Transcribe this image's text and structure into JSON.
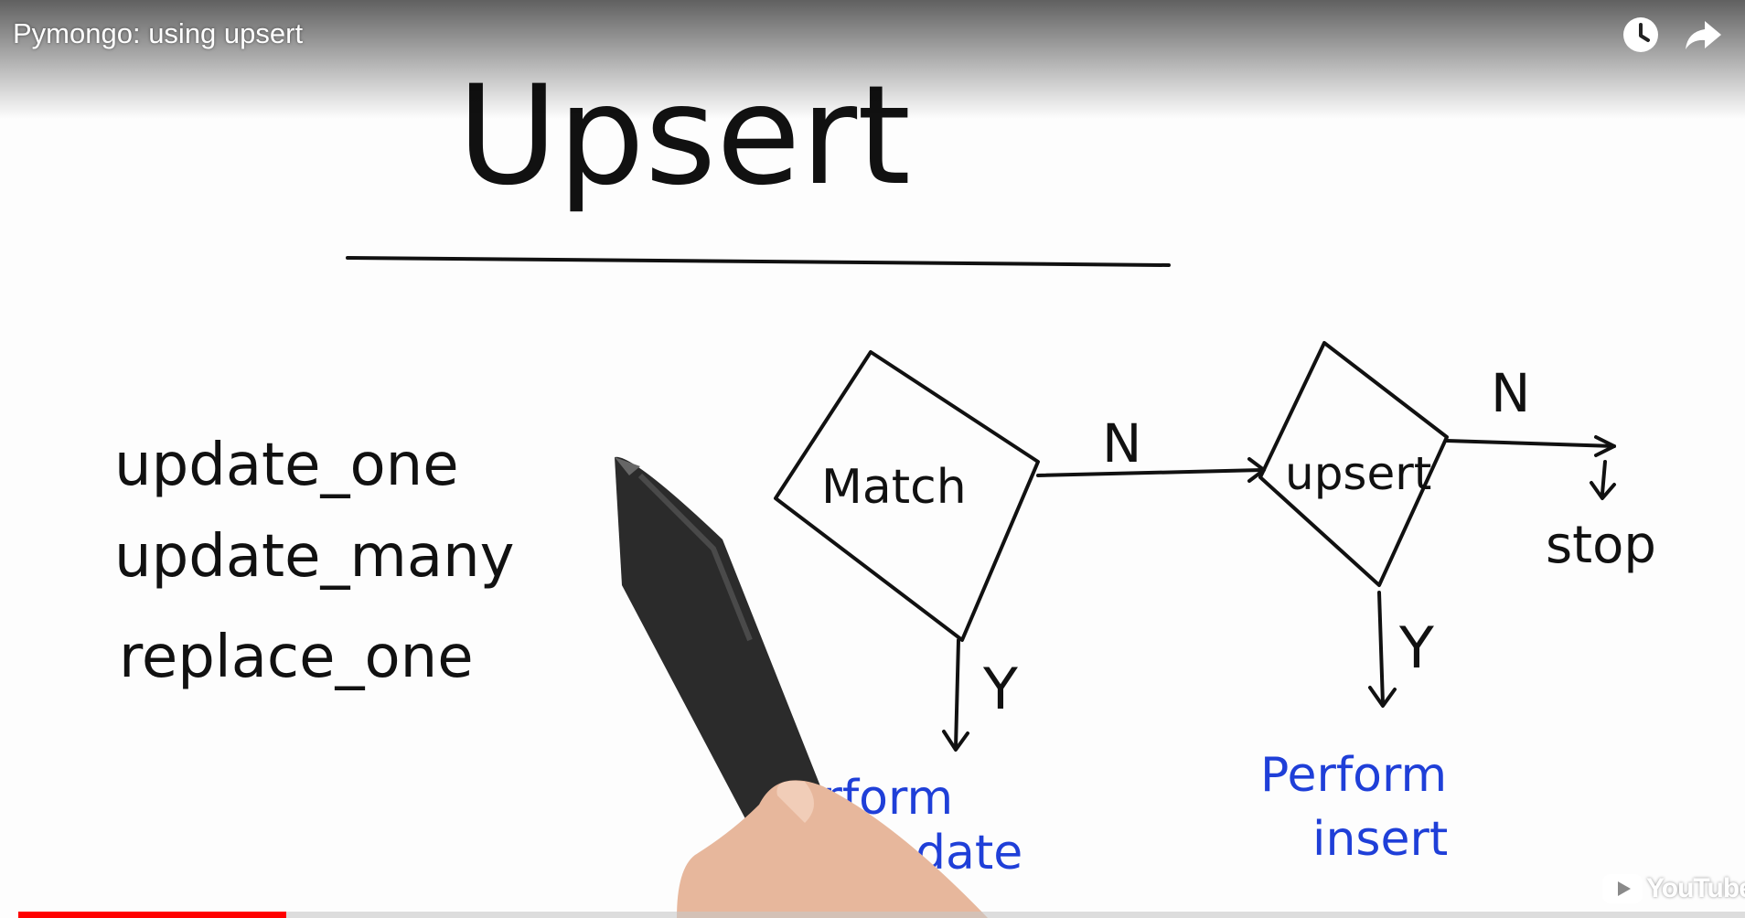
{
  "video": {
    "title": "Pymongo: using upsert",
    "progress": 0.155
  },
  "icons": {
    "watch_later": "clock-icon",
    "share": "share-arrow-icon",
    "logo": "youtube-logo-icon"
  },
  "logo": {
    "label": "YouTube"
  },
  "whiteboard": {
    "heading": "Upsert",
    "methods": [
      "update_one",
      "update_many",
      "replace_one"
    ],
    "diagram": {
      "match_label": "Match",
      "upsert_label": "upsert",
      "no_label_1": "N",
      "no_label_2": "N",
      "yes_label_1": "Y",
      "yes_label_2": "Y",
      "stop_label": "stop",
      "perform_update_line1": "Perform",
      "perform_update_line2": "update",
      "perform_insert_line1": "Perform",
      "perform_insert_line2": "insert"
    }
  },
  "colors": {
    "progress_played": "#ff0000",
    "ink": "#111111",
    "blue_ink": "#1f3fd8"
  }
}
